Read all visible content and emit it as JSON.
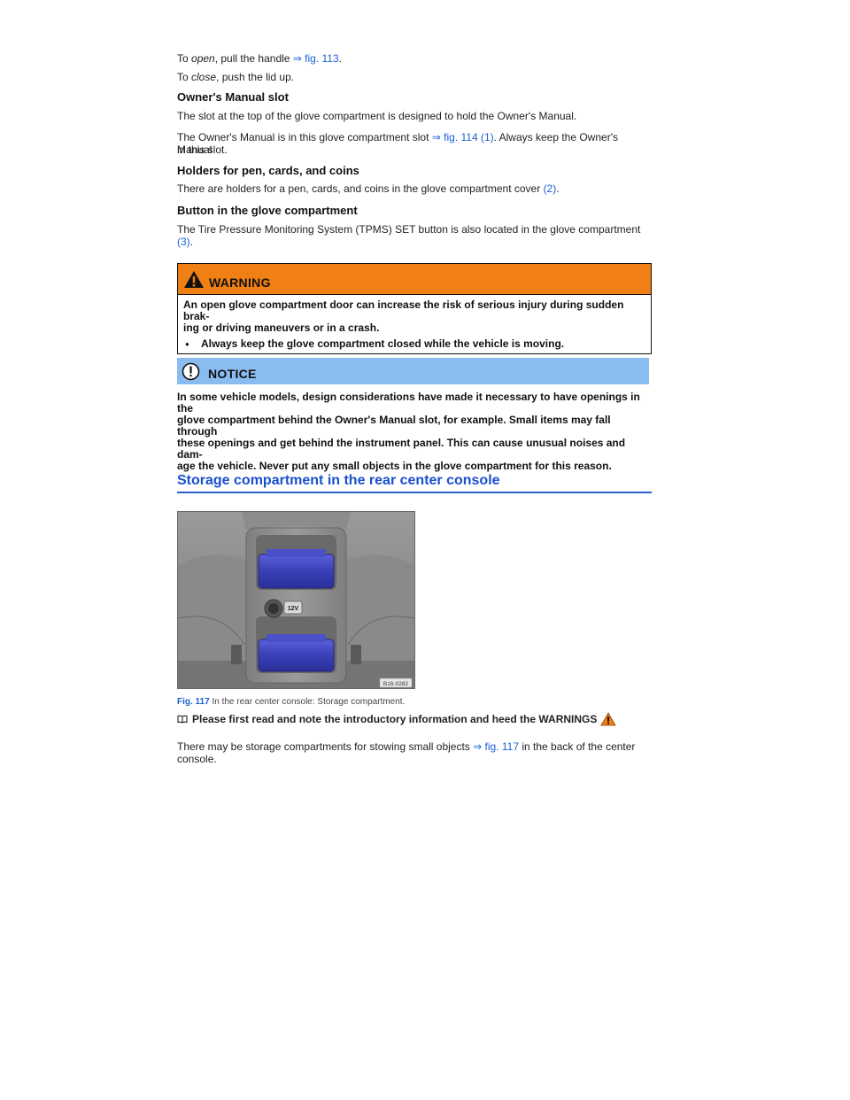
{
  "intro": {
    "open_prefix": "To ",
    "open_word": "open",
    "open_middle": ", pull the handle ",
    "open_link": "⇒ fig. 113",
    "open_suffix": ".",
    "close_prefix": "To ",
    "close_word": "close",
    "close_suffix": ", push the lid up."
  },
  "owners_manual": {
    "heading": "Owner's Manual slot",
    "para1": "The slot at the top of the glove compartment is designed to hold the Owner's Manual.",
    "para2_line1_prefix": "The Owner's Manual is in this glove compartment slot ",
    "para2_link": "⇒ fig. 114 (1)",
    "para2_line1_suffix": ". Always keep the Owner's Manual",
    "para2_line2": "in this slot."
  },
  "holders": {
    "heading": "Holders for pen, cards, and coins",
    "para_prefix": "There are holders for a pen, cards, and coins in the glove compartment cover ",
    "para_ref": "(2)",
    "para_suffix": "."
  },
  "button_section": {
    "heading": "Button in the glove compartment",
    "line1": "The Tire Pressure Monitoring System (TPMS) SET button is also located in the glove compartment",
    "ref": "(3)",
    "suffix": "."
  },
  "warning": {
    "label": "WARNING",
    "line1": "An open glove compartment door can increase the risk of serious injury during sudden brak-",
    "line2": "ing or driving maneuvers or in a crash.",
    "bullet_symbol": "●",
    "bullet": "Always keep the glove compartment closed while the vehicle is moving."
  },
  "notice": {
    "label": "NOTICE",
    "lines": [
      "In some vehicle models, design considerations have made it necessary to have openings in the",
      "glove compartment behind the Owner's Manual slot, for example. Small items may fall through",
      "these openings and get behind the instrument panel. This can cause unusual noises and dam-",
      "age the vehicle. Never put any small objects in the glove compartment for this reason."
    ]
  },
  "section": {
    "title": "Storage compartment in the rear center console"
  },
  "figure": {
    "badge": "12V",
    "code": "B16-0282",
    "caption_num": "Fig. 117",
    "caption_text": " In the rear center console: Storage compartment."
  },
  "read_note": {
    "text": "Please first read and note the introductory information and heed the WARNINGS"
  },
  "closing": {
    "line1_prefix": "There may be storage compartments for stowing small objects ",
    "line1_link": "⇒ fig. 117",
    "line1_suffix": " in the back of the center",
    "line2": "console."
  },
  "colors": {
    "link": "#1a5fd6",
    "warning_header": "#f07f14",
    "notice_header": "#8bbcf0",
    "section_title": "#1a4fd0",
    "figure_highlight": "#3a3fb8"
  },
  "icons": [
    "warning-triangle-icon",
    "notice-exclamation-icon",
    "book-icon",
    "warning-triangle-small-icon"
  ]
}
